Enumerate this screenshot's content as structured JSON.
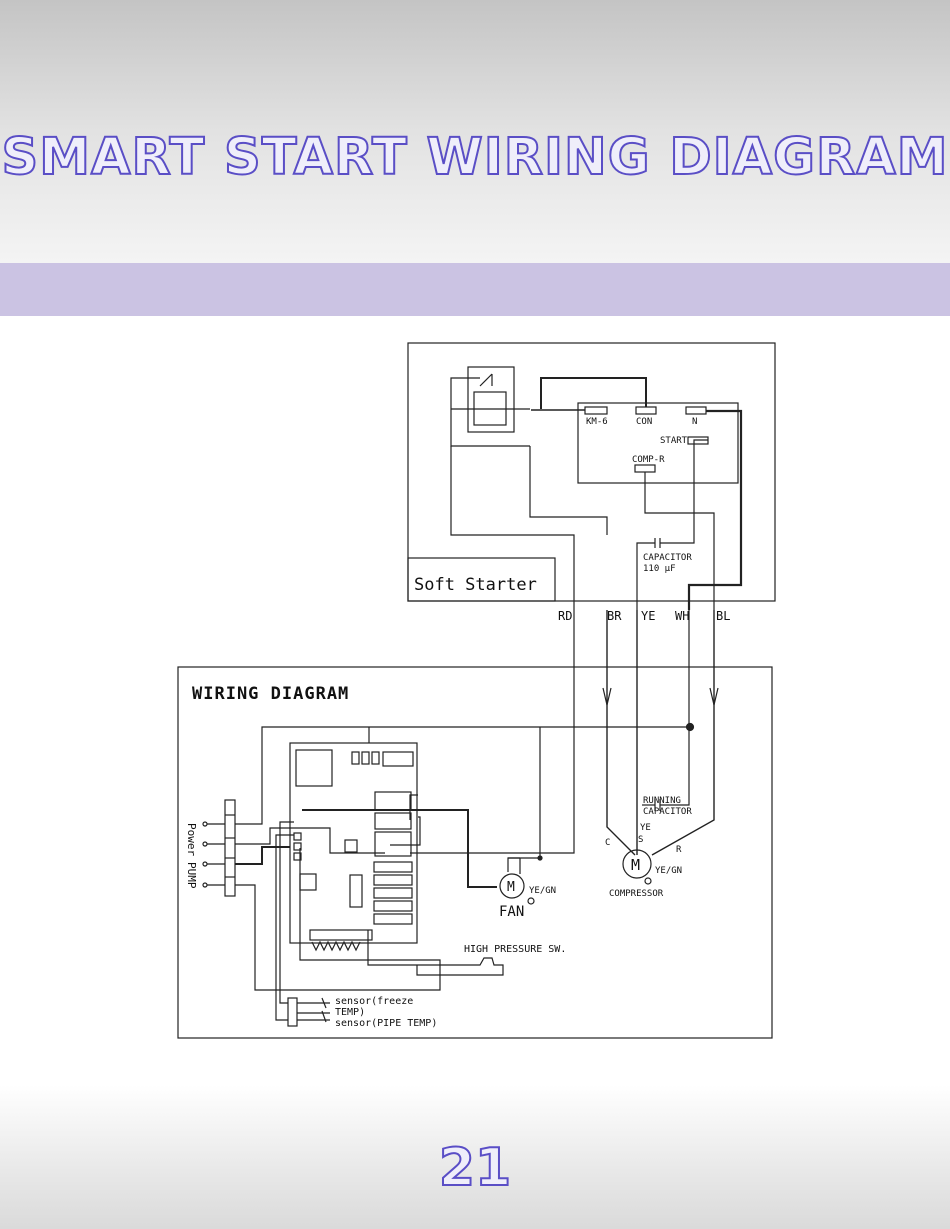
{
  "page": {
    "title": "SMART START WIRING DIAGRAM",
    "page_number": "21"
  },
  "soft_starter": {
    "label": "Soft Starter",
    "terminals": {
      "km6": "KM-6",
      "con": "CON",
      "n": "N",
      "start": "START",
      "comp_r": "COMP-R"
    },
    "capacitor_label": "CAPACITOR",
    "capacitor_value": "110 μF",
    "wire_labels": [
      "RD",
      "BR",
      "YE",
      "WH",
      "BL"
    ]
  },
  "wiring_diagram": {
    "title": "WIRING DIAGRAM",
    "power_label": "Power",
    "pump_label": "PUMP",
    "running_capacitor_line1": "RUNNING",
    "running_capacitor_line2": "CAPACITOR",
    "ye_label": "YE",
    "s_label": "S",
    "c_label": "C",
    "r_label": "R",
    "compressor_motor": "M",
    "compressor_wire": "YE/GN",
    "compressor_label": "COMPRESSOR",
    "fan_motor": "M",
    "fan_wire": "YE/GN",
    "fan_label": "FAN",
    "high_pressure_label": "HIGH PRESSURE SW.",
    "sensor_freeze_line1": "sensor(freeze",
    "sensor_freeze_line2": "TEMP)",
    "sensor_pipe": "sensor(PIPE TEMP)"
  }
}
